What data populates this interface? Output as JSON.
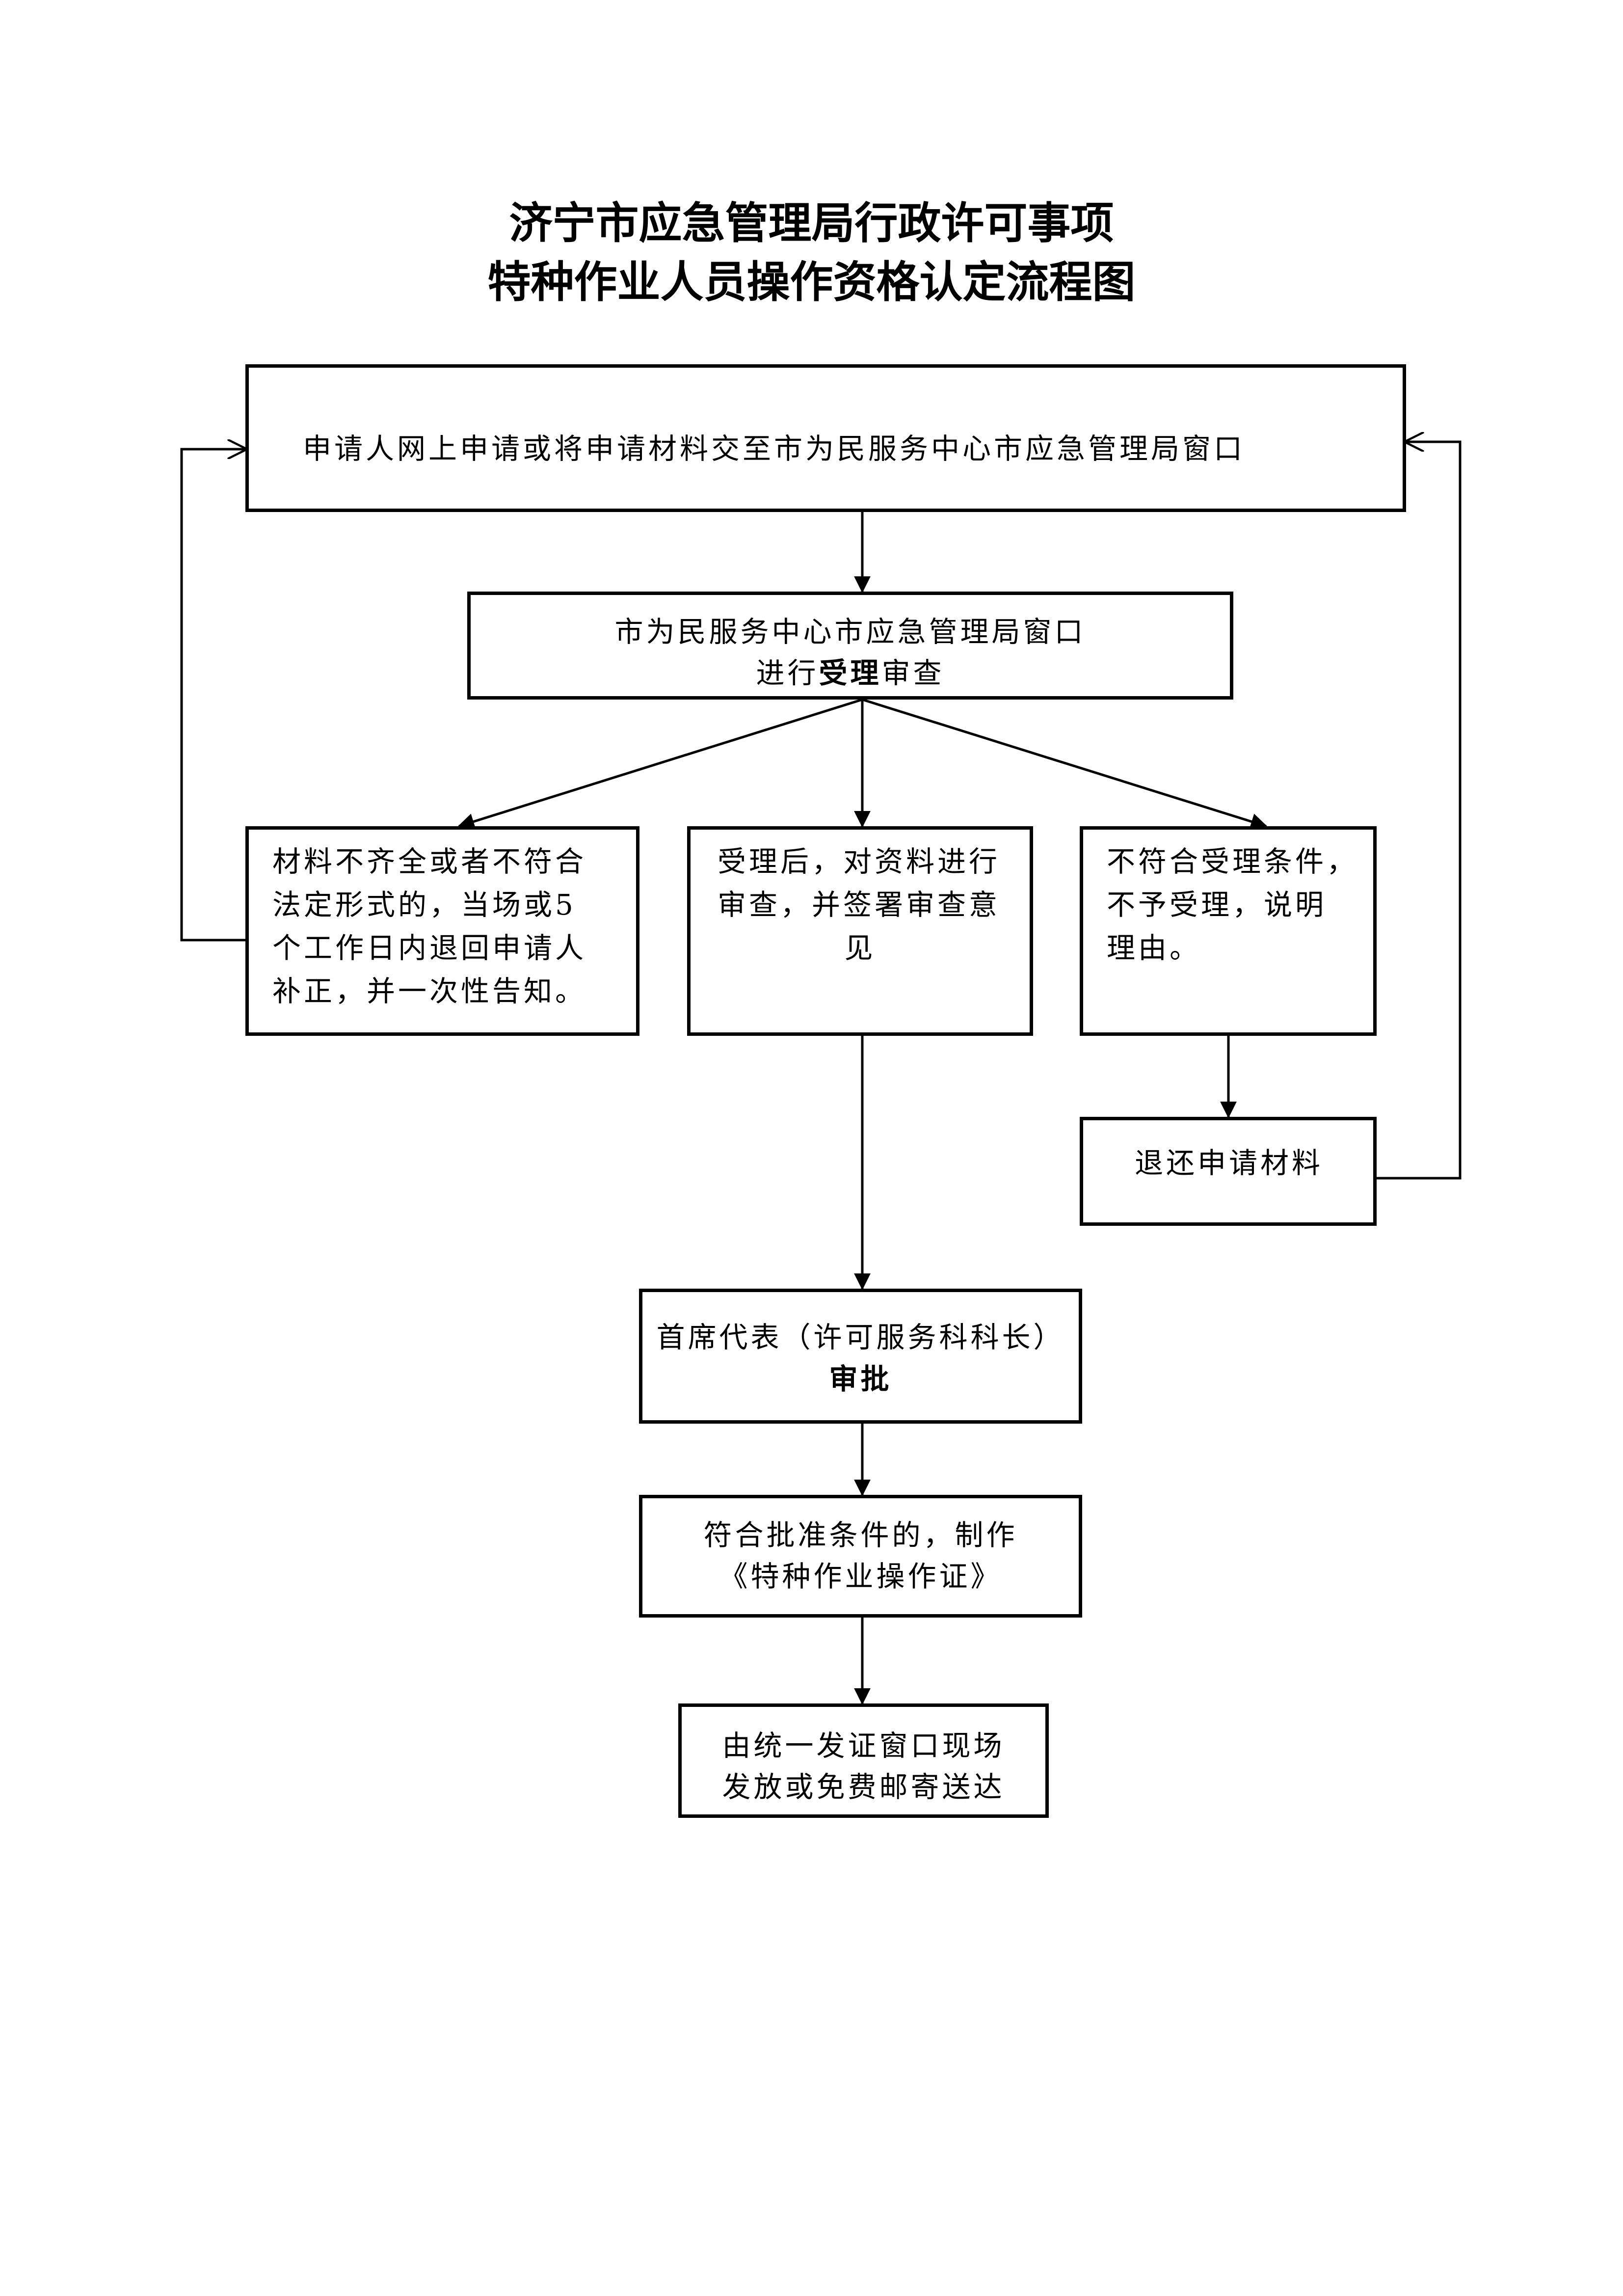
{
  "title": {
    "line1": "济宁市应急管理局行政许可事项",
    "line2": "特种作业人员操作资格认定流程图"
  },
  "nodes": {
    "apply": {
      "text": "申请人网上申请或将申请材料交至市为民服务中心市应急管理局窗口"
    },
    "accept": {
      "line1": "市为民服务中心市应急管理局窗口",
      "line2_pre": "进行",
      "line2_bold": "受理",
      "line2_post": "审查"
    },
    "incomplete": {
      "line1": "材料不齐全或者不符合",
      "line2": "法定形式的，当场或5",
      "line3": "个工作日内退回申请人",
      "line4": "补正，并一次性告知。"
    },
    "review": {
      "line1": "受理后，对资料进行",
      "line2": "审查，并签署审查意",
      "line3": "见"
    },
    "reject": {
      "line1": "不符合受理条件，",
      "line2": "不予受理，说明",
      "line3": "理由。"
    },
    "return": {
      "text": "退还申请材料"
    },
    "approve": {
      "line1": "首席代表（许可服务科科长）",
      "line2": "审批"
    },
    "produce": {
      "line1": "符合批准条件的，制作",
      "line2": "《特种作业操作证》"
    },
    "issue": {
      "line1": "由统一发证窗口现场",
      "line2": "发放或免费邮寄送达"
    }
  },
  "colors": {
    "line": "#000000",
    "background": "#ffffff"
  }
}
